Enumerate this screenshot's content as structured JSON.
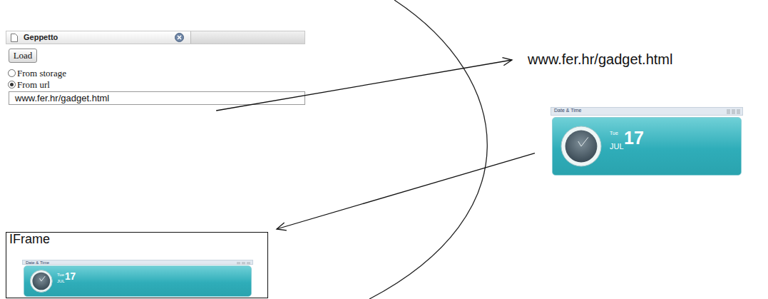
{
  "diagram": {
    "nodes": [
      {
        "text": [
          "Geppetto",
          "From storage",
          "From url"
        ]
      },
      {
        "text": [
          "Load"
        ],
        "in": 0
      },
      {
        "text": [
          "www.fer.hr/gadget.html"
        ],
        "in": 0
      },
      {
        "text": [
          "www.fer.hr/gadget.html"
        ]
      },
      {
        "text": [
          "Date & Time",
          "Tue",
          "JUL",
          "17"
        ]
      },
      {
        "text": [
          "IFrame"
        ]
      },
      {
        "text": [
          "Date & Time",
          "Tue",
          "JUL",
          "17"
        ],
        "in": 5
      }
    ],
    "edges": [
      {
        "from": 2,
        "to": 3,
        "arrow": "to"
      },
      {
        "from": 4,
        "to": 5,
        "arrow": "to"
      }
    ]
  }
}
